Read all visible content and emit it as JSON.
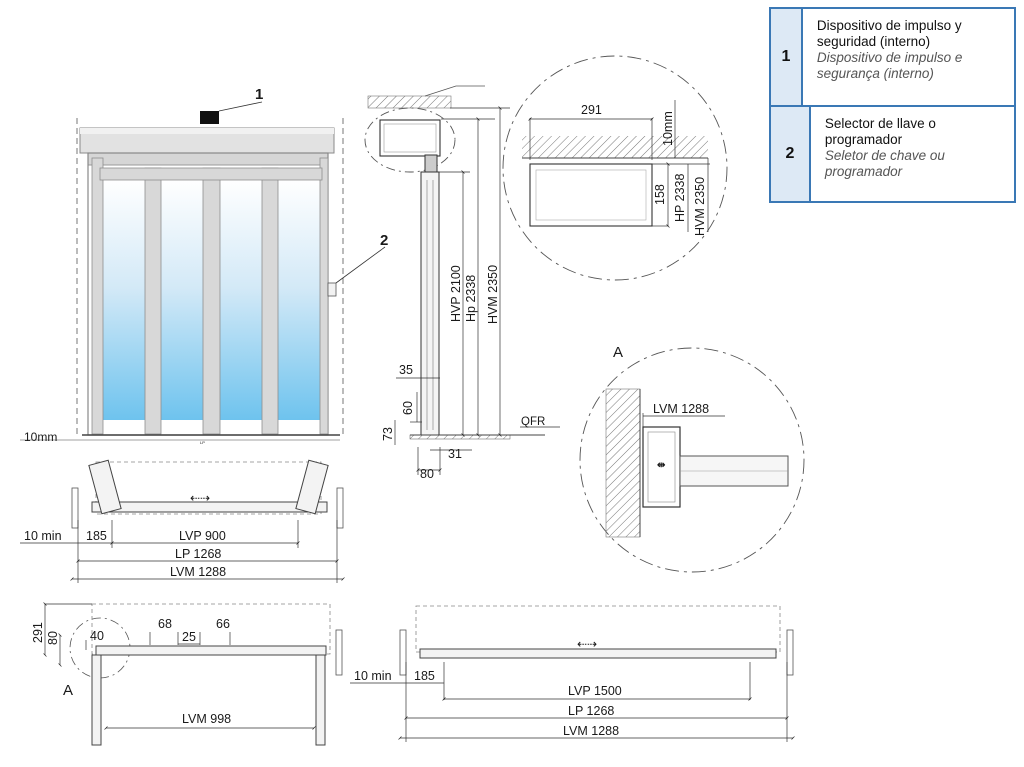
{
  "legend": [
    {
      "number": "1",
      "es": "Dispositivo de impulso y seguridad (interno)",
      "pt": "Dispositivo de impulso e segurança (interno)"
    },
    {
      "number": "2",
      "es": "Selector de llave o programador",
      "pt": "Seletor de chave ou programador"
    }
  ],
  "front_view": {
    "callout_1": "1",
    "callout_2": "2",
    "floor_gap": "10mm",
    "lp_marker": "LP"
  },
  "section": {
    "hvp": "HVP 2100",
    "hp": "Hp 2338",
    "hvm": "HVM 2350",
    "d35": "35",
    "d60": "60",
    "d73": "73",
    "d31": "31",
    "d80": "80",
    "qfr": "QFR"
  },
  "detail_top": {
    "w291": "291",
    "gap": "10mm",
    "h158": "158",
    "hp": "HP 2338",
    "hvm": "HVM 2350"
  },
  "detail_a": {
    "label": "A",
    "lvm": "LVM 1288"
  },
  "plan_1": {
    "ten_min": "10 min",
    "d185": "185",
    "lvp": "LVP 900",
    "lp": "LP 1268",
    "lvm": "LVM 1288"
  },
  "plan_2": {
    "d291": "291",
    "d80": "80",
    "d40": "40",
    "d68": "68",
    "d25": "25",
    "d66": "66",
    "detail": "A",
    "lvm": "LVM 998"
  },
  "plan_3": {
    "ten_min": "10 min",
    "d185": "185",
    "lvp": "LVP 1500",
    "lp": "LP 1268",
    "lvm": "LVM 1288"
  }
}
